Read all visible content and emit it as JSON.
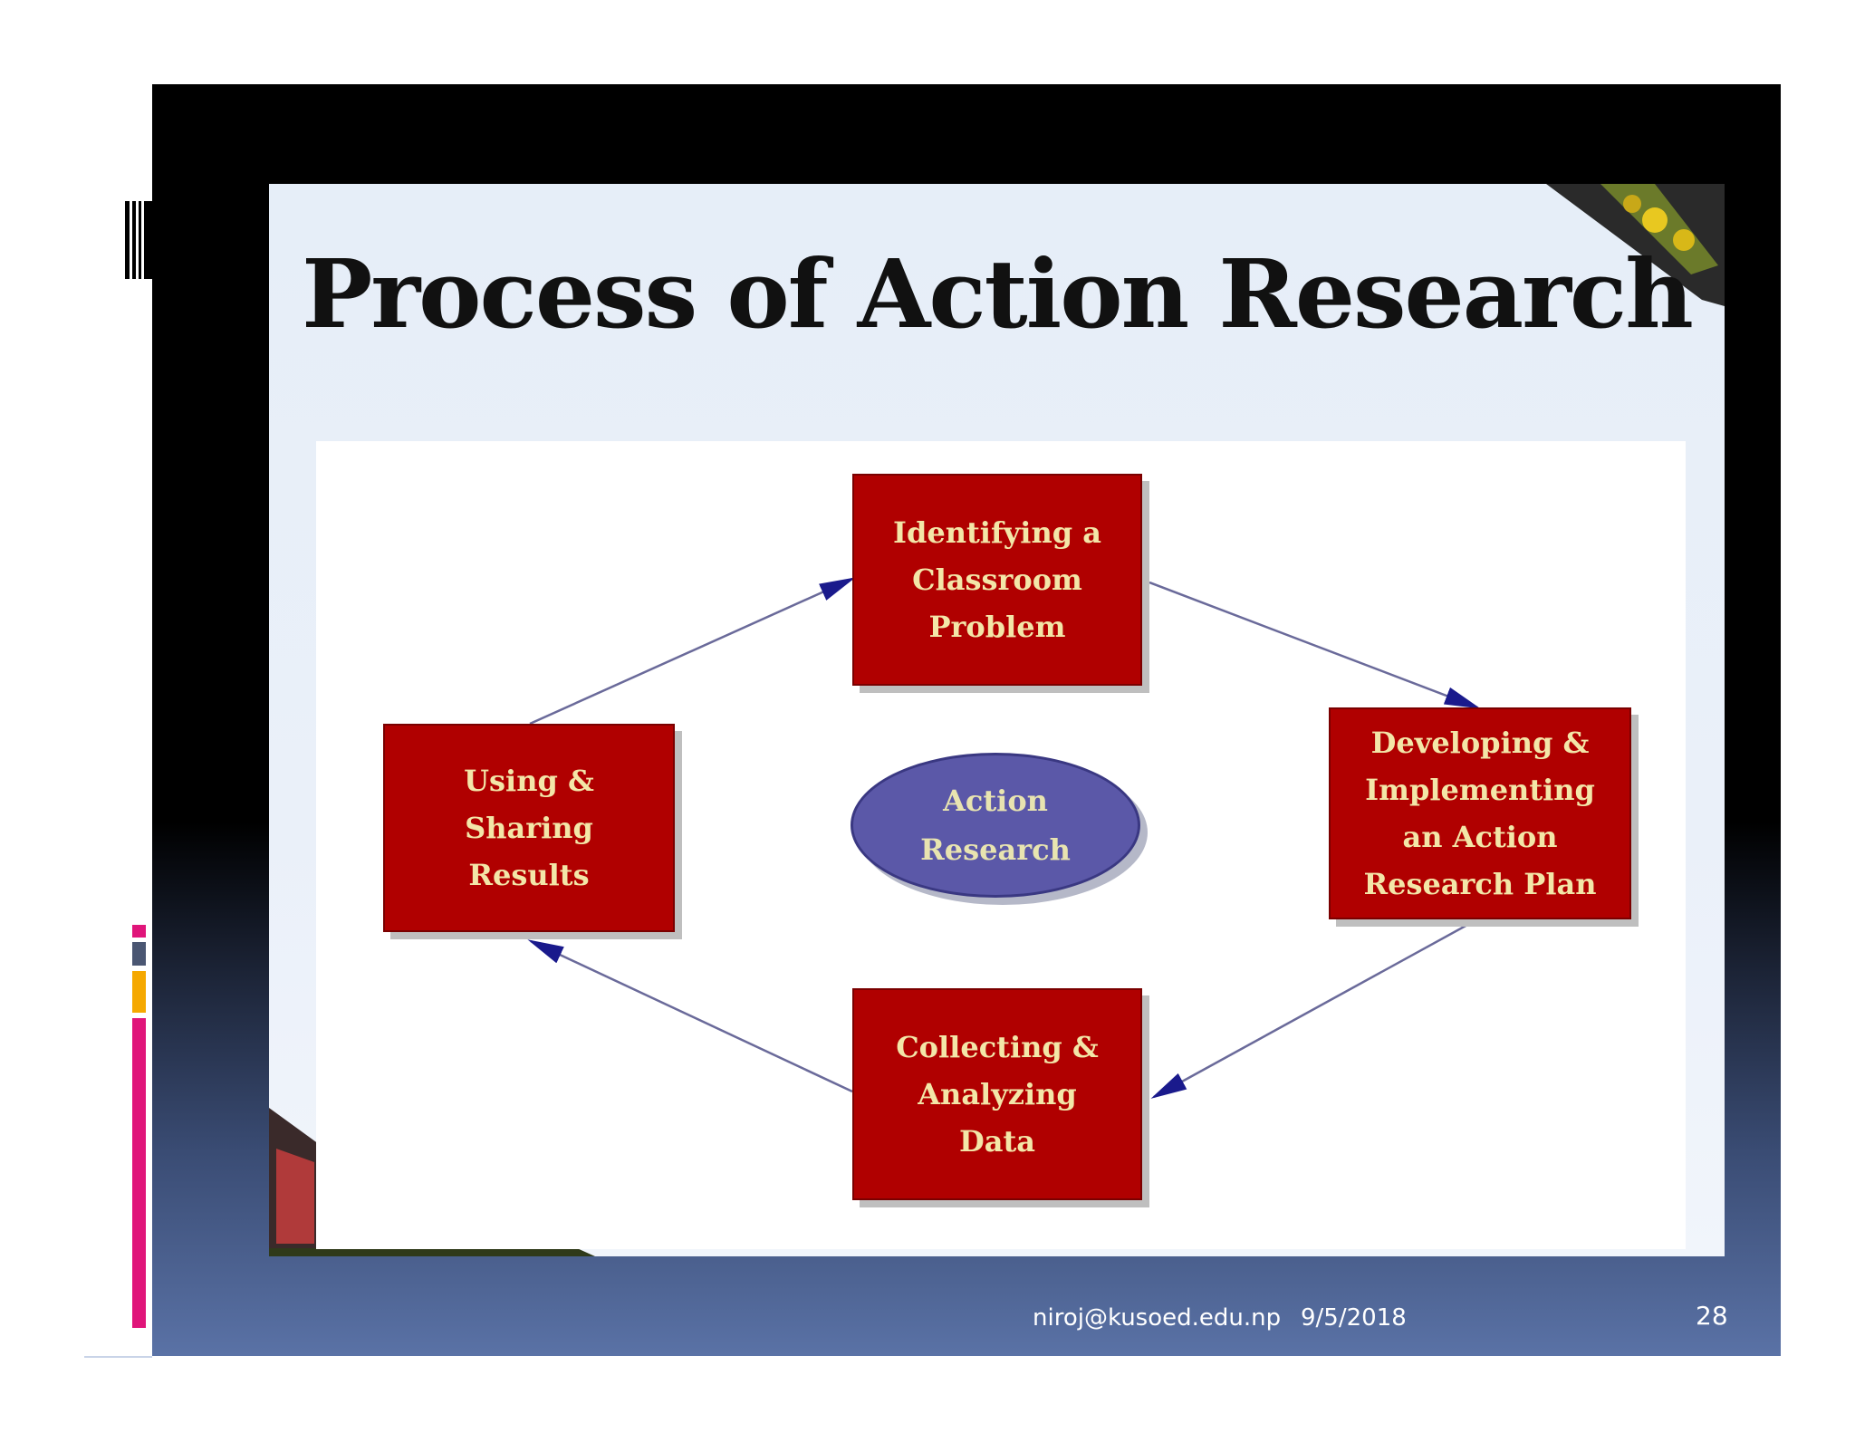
{
  "slide": {
    "title": "Process of Action Research",
    "footer": {
      "email": "niroj@kusoed.edu.np",
      "date": "9/5/2018",
      "page_number": "28"
    }
  },
  "diagram": {
    "center": {
      "line1": "Action",
      "line2": "Research"
    },
    "steps": [
      {
        "line1": "Identifying a",
        "line2": "Classroom",
        "line3": "Problem"
      },
      {
        "line1": "Developing &",
        "line2": "Implementing",
        "line3": "an Action",
        "line4": "Research Plan"
      },
      {
        "line1": "Collecting &",
        "line2": "Analyzing",
        "line3": "Data"
      },
      {
        "line1": "Using &",
        "line2": "Sharing",
        "line3": "Results"
      }
    ]
  },
  "colors": {
    "box_fill": "#b00000",
    "box_text": "#f3e6a8",
    "ellipse_fill": "#5b58a8",
    "arrow": "#1a1a8c",
    "accent_pink": "#e0157a",
    "accent_orange": "#f5a800",
    "accent_slate": "#4a5672"
  }
}
